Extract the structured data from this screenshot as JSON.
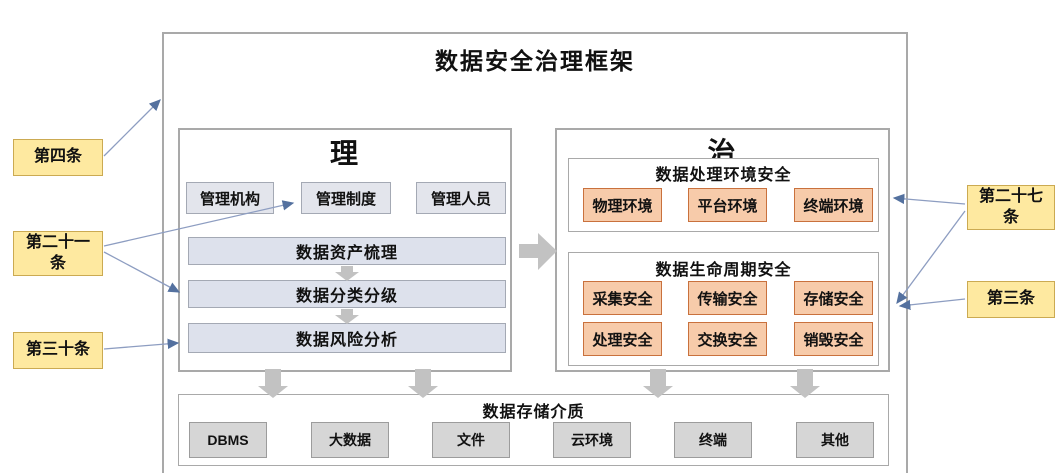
{
  "title": "数据安全治理框架",
  "left_section": {
    "header": "理",
    "management_boxes": [
      "管理机构",
      "管理制度",
      "管理人员"
    ],
    "process_bars": [
      "数据资产梳理",
      "数据分类分级",
      "数据风险分析"
    ]
  },
  "right_section": {
    "header": "治",
    "panels": [
      {
        "title": "数据处理环境安全",
        "items": [
          "物理环境",
          "平台环境",
          "终端环境"
        ]
      },
      {
        "title": "数据生命周期安全",
        "items": [
          "采集安全",
          "传输安全",
          "存储安全",
          "处理安全",
          "交换安全",
          "销毁安全"
        ]
      }
    ]
  },
  "bottom_section": {
    "title": "数据存储介质",
    "items": [
      "DBMS",
      "大数据",
      "文件",
      "云环境",
      "终端",
      "其他"
    ]
  },
  "annotations": {
    "left": [
      "第四条",
      "第二十一条",
      "第三十条"
    ],
    "right": [
      "第二十七条",
      "第三条"
    ]
  },
  "connectors": [
    {
      "from": "第四条",
      "to": "数据安全治理框架"
    },
    {
      "from": "第二十一条",
      "to": "管理制度"
    },
    {
      "from": "第二十一条",
      "to": "数据分类分级"
    },
    {
      "from": "第三十条",
      "to": "数据风险分析"
    },
    {
      "from": "第二十七条",
      "to": "终端环境"
    },
    {
      "from": "第二十七条",
      "to": "存储安全"
    },
    {
      "from": "第三条",
      "to": "存储安全"
    }
  ],
  "colors": {
    "tag_fill": "#fee9a0",
    "tag_border": "#cbaa52",
    "orange_fill": "#f7cbaa",
    "orange_border": "#c9713d",
    "grey_fill": "#d6d6d6",
    "bar_fill": "#dde1ec",
    "panel_border": "#a9a9a9",
    "connector_line": "#8d9dc1",
    "connector_head": "#54719f",
    "block_arrow": "#c2c2c2"
  }
}
